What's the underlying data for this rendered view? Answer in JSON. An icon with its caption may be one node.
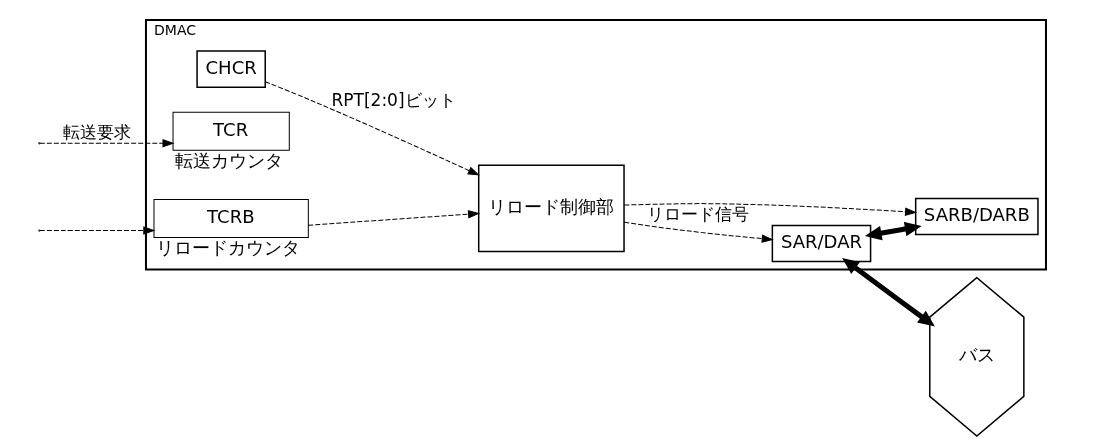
{
  "diagram": {
    "nodes": [
      {
        "text": [
          "DMAC"
        ]
      },
      {
        "text": [
          "CHCR"
        ],
        "in": 0
      },
      {
        "text": [
          "TCR"
        ],
        "in": 0,
        "beside": [
          "転送カウンタ"
        ]
      },
      {
        "text": [
          "TCRB"
        ],
        "in": 0,
        "beside": [
          "リロードカウンタ"
        ]
      },
      {
        "text": [
          "リロード制御部"
        ],
        "in": 0
      },
      {
        "text": [
          "SAR/DAR"
        ],
        "in": 0
      },
      {
        "text": [
          "SARB/DARB"
        ],
        "in": 0
      },
      {
        "text": [
          "バス"
        ]
      }
    ],
    "edges": [
      {
        "from": null,
        "to": 2,
        "arrow": "to",
        "label": "転送要求",
        "style": "dashed"
      },
      {
        "from": null,
        "to": 3,
        "arrow": "to",
        "style": "dashed"
      },
      {
        "from": 1,
        "to": 4,
        "arrow": "to",
        "label": "RPT[2:0]ビット",
        "style": "dashed"
      },
      {
        "from": 3,
        "to": 4,
        "arrow": "to",
        "style": "dashed"
      },
      {
        "from": 4,
        "to": 5,
        "arrow": "to",
        "label": "リロード信号",
        "style": "dashed"
      },
      {
        "from": 4,
        "to": 6,
        "arrow": "to",
        "style": "dashed"
      },
      {
        "from": 5,
        "to": 6,
        "arrow": "both",
        "style": "thick"
      },
      {
        "from": 5,
        "to": 7,
        "arrow": "both",
        "style": "thick"
      }
    ]
  }
}
